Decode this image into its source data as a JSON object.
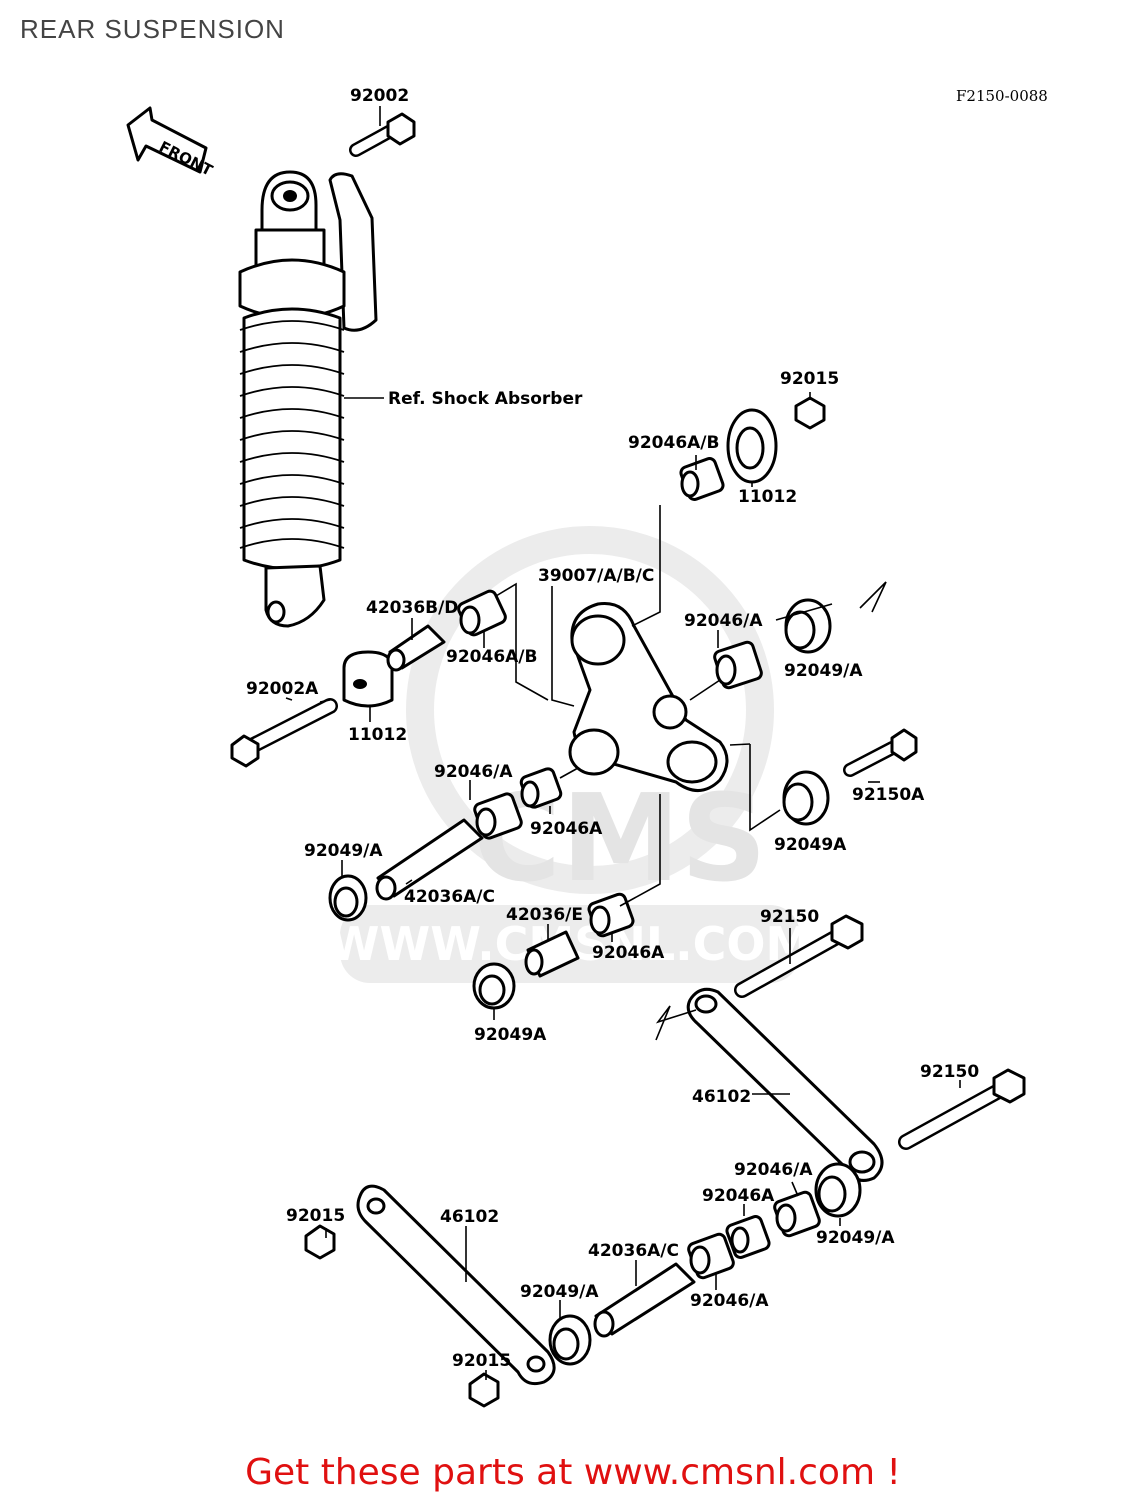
{
  "header": {
    "title": "REAR SUSPENSION"
  },
  "figure_code": "F2150-0088",
  "front_arrow_label": "FRONT",
  "reference_label": "Ref. Shock Absorber",
  "watermark": {
    "domain": "WWW.CMSNL.COM",
    "brand": "CMS"
  },
  "labels": [
    {
      "id": "l1",
      "text": "92002"
    },
    {
      "id": "l2",
      "text": "92015"
    },
    {
      "id": "l3",
      "text": "92046A/B"
    },
    {
      "id": "l4",
      "text": "11012"
    },
    {
      "id": "l5",
      "text": "39007/A/B/C"
    },
    {
      "id": "l6",
      "text": "42036B/D"
    },
    {
      "id": "l7",
      "text": "92046/A"
    },
    {
      "id": "l8",
      "text": "92049/A"
    },
    {
      "id": "l9",
      "text": "92046A/B"
    },
    {
      "id": "l10",
      "text": "92002A"
    },
    {
      "id": "l11",
      "text": "11012"
    },
    {
      "id": "l12",
      "text": "92046/A"
    },
    {
      "id": "l13",
      "text": "92046A"
    },
    {
      "id": "l14",
      "text": "92150A"
    },
    {
      "id": "l15",
      "text": "92049/A"
    },
    {
      "id": "l16",
      "text": "42036A/C"
    },
    {
      "id": "l17",
      "text": "92049A"
    },
    {
      "id": "l18",
      "text": "42036/E"
    },
    {
      "id": "l19",
      "text": "92046A"
    },
    {
      "id": "l20",
      "text": "92150"
    },
    {
      "id": "l21",
      "text": "92049A"
    },
    {
      "id": "l22",
      "text": "92150"
    },
    {
      "id": "l23",
      "text": "46102"
    },
    {
      "id": "l24",
      "text": "92046/A"
    },
    {
      "id": "l25",
      "text": "92046A"
    },
    {
      "id": "l26",
      "text": "92049/A"
    },
    {
      "id": "l27",
      "text": "92015"
    },
    {
      "id": "l28",
      "text": "46102"
    },
    {
      "id": "l29",
      "text": "42036A/C"
    },
    {
      "id": "l30",
      "text": "92049/A"
    },
    {
      "id": "l31",
      "text": "92046/A"
    },
    {
      "id": "l32",
      "text": "92015"
    }
  ],
  "footer": {
    "text": "Get these parts at www.cmsnl.com !",
    "color": "#e01010"
  }
}
